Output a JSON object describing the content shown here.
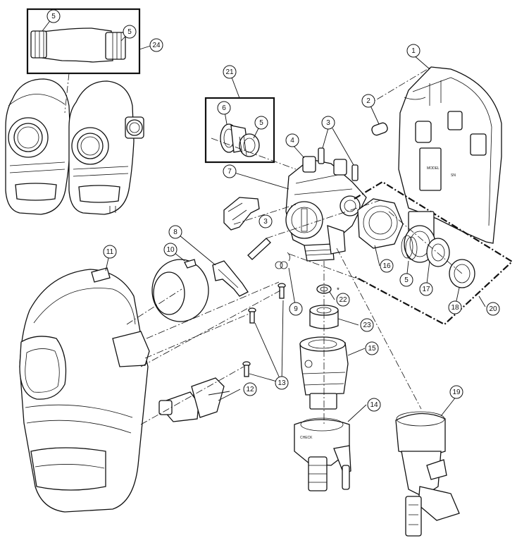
{
  "figure": {
    "callouts": [
      {
        "id": "c1",
        "label": "1"
      },
      {
        "id": "c2",
        "label": "2"
      },
      {
        "id": "c3a",
        "label": "3"
      },
      {
        "id": "c3b",
        "label": "3"
      },
      {
        "id": "c4",
        "label": "4"
      },
      {
        "id": "c5a",
        "label": "5"
      },
      {
        "id": "c5b",
        "label": "5"
      },
      {
        "id": "c5c",
        "label": "5"
      },
      {
        "id": "c5d",
        "label": "5"
      },
      {
        "id": "c6",
        "label": "6"
      },
      {
        "id": "c7",
        "label": "7"
      },
      {
        "id": "c8",
        "label": "8"
      },
      {
        "id": "c9",
        "label": "9"
      },
      {
        "id": "c10",
        "label": "10"
      },
      {
        "id": "c11",
        "label": "11"
      },
      {
        "id": "c12",
        "label": "12"
      },
      {
        "id": "c13",
        "label": "13"
      },
      {
        "id": "c14",
        "label": "14"
      },
      {
        "id": "c15",
        "label": "15"
      },
      {
        "id": "c16",
        "label": "16"
      },
      {
        "id": "c17",
        "label": "17"
      },
      {
        "id": "c18",
        "label": "18"
      },
      {
        "id": "c19",
        "label": "19"
      },
      {
        "id": "c20",
        "label": "20"
      },
      {
        "id": "c21",
        "label": "21"
      },
      {
        "id": "c22",
        "label": "22"
      },
      {
        "id": "c23",
        "label": "23"
      },
      {
        "id": "c24",
        "label": "24"
      }
    ],
    "asterisk": "*"
  }
}
